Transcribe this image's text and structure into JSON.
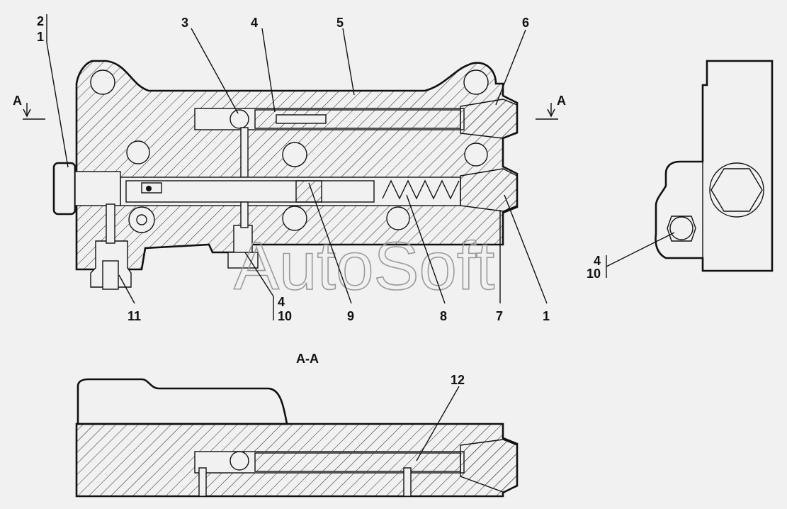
{
  "drawing": {
    "callouts": {
      "c2": "2",
      "c1_top": "1",
      "c3": "3",
      "c4_top": "4",
      "c5": "5",
      "c6": "6",
      "c11": "11",
      "c4_mid": "4",
      "c10_mid": "10",
      "c9": "9",
      "c8": "8",
      "c7": "7",
      "c1_right": "1",
      "c4_side": "4",
      "c10_side": "10",
      "c12": "12"
    },
    "section_marks": {
      "left": "A",
      "right": "A"
    },
    "section_title": "A-A",
    "watermark": "AutoSoft"
  },
  "colors": {
    "background": "#f1f1f1",
    "line": "#111111",
    "watermark": "#9a9a9a"
  }
}
